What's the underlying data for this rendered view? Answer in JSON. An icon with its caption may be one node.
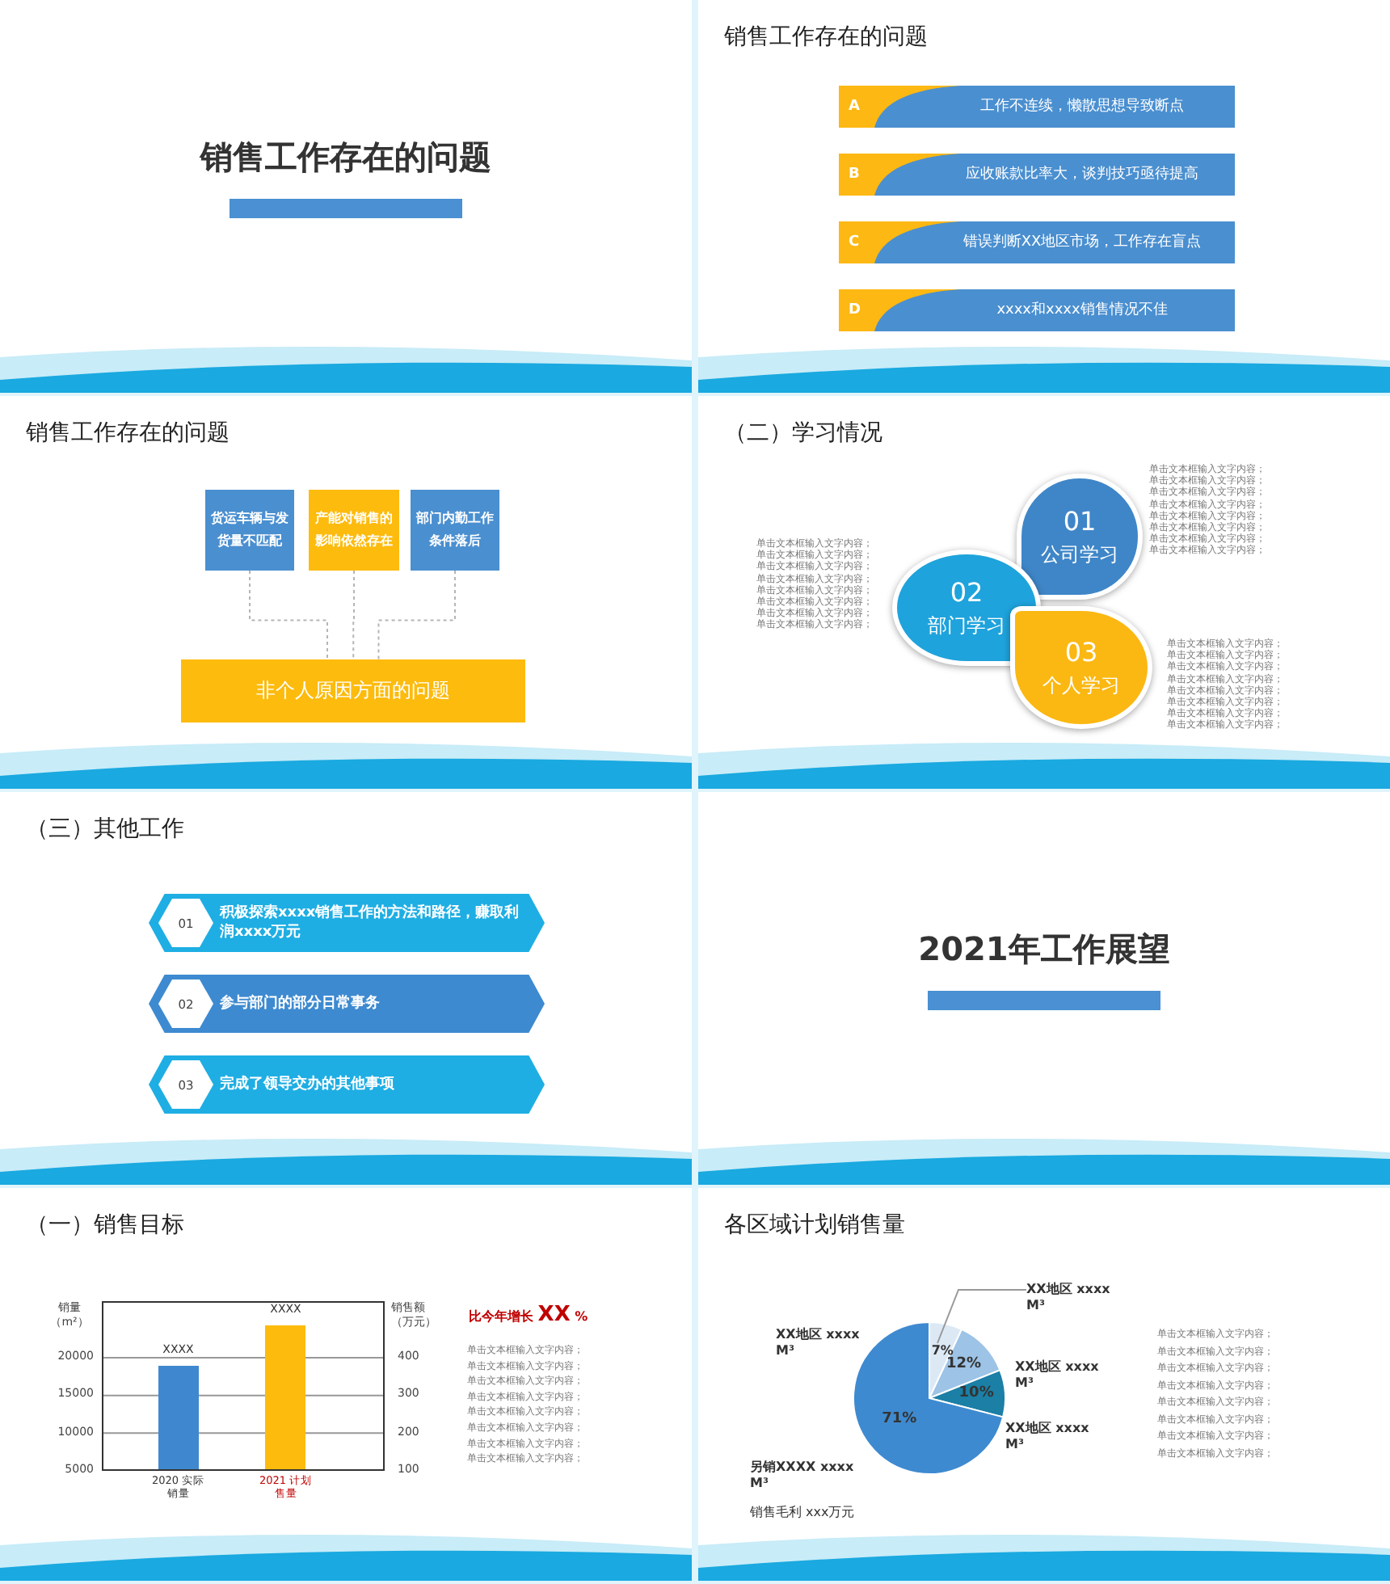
{
  "diagram": {
    "nodes": [
      {
        "text": [
          "销售工作存在的问题"
        ]
      },
      {
        "text": [
          "销售工作存在的问题"
        ]
      },
      {
        "text": [
          "A",
          "工作不连续，懒散思想导致断点"
        ],
        "in": 1
      },
      {
        "text": [
          "B",
          "应收账款比率大，谈判技巧亟待提高"
        ],
        "in": 1
      },
      {
        "text": [
          "C",
          "错误判断XX地区市场，工作存在盲点"
        ],
        "in": 1
      },
      {
        "text": [
          "D",
          "xxxx和xxxx销售情况不佳"
        ],
        "in": 1
      },
      {
        "text": [
          "销售工作存在的问题"
        ]
      },
      {
        "text": [
          "货运车辆与发货量不匹配"
        ],
        "in": 6
      },
      {
        "text": [
          "产能对销售的影响依然存在"
        ],
        "in": 6
      },
      {
        "text": [
          "部门内勤工作条件落后"
        ],
        "in": 6
      },
      {
        "text": [
          "非个人原因方面的问题"
        ],
        "in": 6
      },
      {
        "text": [
          "（二）学习情况"
        ]
      },
      {
        "text": [
          "01",
          "公司学习"
        ],
        "in": 11,
        "beside": [
          "单击文本框输入文字内容；单击文本框输入文字内容；单击文本框输入文字内容；单击文本框输入文字内容；单击文本框输入文字内容；单击文本框输入文字内容；单击文本框输入文字内容；单击文本框输入文字内容；"
        ]
      },
      {
        "text": [
          "02",
          "部门学习"
        ],
        "in": 11,
        "beside": [
          "单击文本框输入文字内容；单击文本框输入文字内容；单击文本框输入文字内容；单击文本框输入文字内容；单击文本框输入文字内容；单击文本框输入文字内容；单击文本框输入文字内容；单击文本框输入文字内容；"
        ]
      },
      {
        "text": [
          "03",
          "个人学习"
        ],
        "in": 11,
        "beside": [
          "单击文本框输入文字内容；单击文本框输入文字内容；单击文本框输入文字内容；单击文本框输入文字内容；单击文本框输入文字内容；单击文本框输入文字内容；单击文本框输入文字内容；单击文本框输入文字内容；"
        ]
      },
      {
        "text": [
          "（三）其他工作"
        ]
      },
      {
        "text": [
          "01",
          "积极探索xxxx销售工作的方法和路径，赚取利润xxxx万元"
        ],
        "in": 15
      },
      {
        "text": [
          "02",
          "参与部门的部分日常事务"
        ],
        "in": 15
      },
      {
        "text": [
          "03",
          "完成了领导交办的其他事项"
        ],
        "in": 15
      },
      {
        "text": [
          "2021年工作展望"
        ]
      },
      {
        "text": [
          "（一）销售目标"
        ]
      },
      {
        "text": [
          "各区域计划销售量"
        ]
      }
    ],
    "edges": [
      {
        "from": 7,
        "to": 10,
        "arrow": "none",
        "style": "dashed"
      },
      {
        "from": 8,
        "to": 10,
        "arrow": "none",
        "style": "dashed"
      },
      {
        "from": 9,
        "to": 10,
        "arrow": "none",
        "style": "dashed"
      }
    ],
    "labels": [
      "销售额（万元）",
      "400",
      "300",
      "200",
      "100",
      "比今年增长 **XX** %",
      "单击文本框输入文字内容；单击文本框输入文字内容；单击文本框输入文字内容；单击文本框输入文字内容；单击文本框输入文字内容；单击文本框输入文字内容；单击文本框输入文字内容；单击文本框输入文字内容；",
      "另销XXXX xxxx M³",
      "销售毛利 xxx万元",
      "单击文本框输入文字内容；单击文本框输入文字内容；单击文本框输入文字内容；单击文本框输入文字内容；单击文本框输入文字内容；单击文本框输入文字内容；单击文本框输入文字内容；单击文本框输入文字内容；"
    ],
    "chart_data": [
      {
        "type": "bar",
        "ylabel": "销量（m²）",
        "categories": [
          "2020 实际销量",
          "2021 计划售量"
        ],
        "series": [
          {
            "color": "#3f88cf",
            "values": [
              18900,
              null
            ]
          },
          {
            "color": "#fdbb0e",
            "values": [
              null,
              24300
            ]
          }
        ],
        "ylim": [
          5000,
          27500
        ],
        "grid": true,
        "yticks": [
          5000,
          10000,
          15000,
          20000
        ],
        "value_labels": [
          "XXXX",
          "XXXX"
        ]
      },
      {
        "type": "pie",
        "categories": [
          "XX地区 xxxx M³",
          "XX地区 xxxx M³",
          "XX地区 xxxx M³",
          "XX地区 xxxx M³"
        ],
        "values": [
          7,
          12,
          10,
          71
        ],
        "value_labels": [
          "7%",
          "12%",
          "10%",
          "71%"
        ]
      }
    ]
  }
}
